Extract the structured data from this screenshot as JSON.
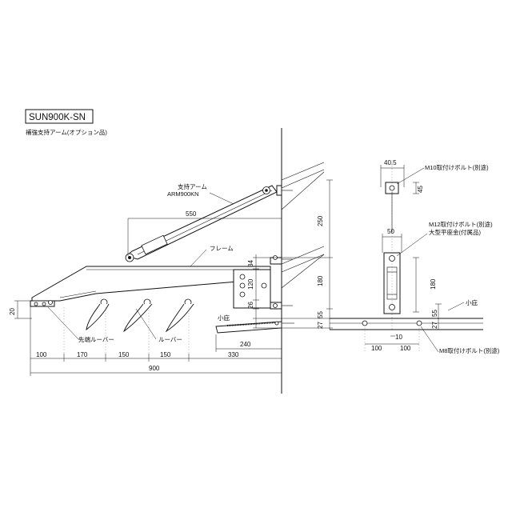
{
  "title": "SUN900K-SN",
  "subtitle": "補強支持アーム(オプション品)",
  "labels": {
    "arm": "支持アーム",
    "arm_model": "ARM900KN",
    "frame": "フレーム",
    "tip_louver": "先端ルーバー",
    "louver": "ルーバー",
    "eave_left": "小庇",
    "eave_right": "小庇",
    "bolt_m10": "M10取付けボルト(別途)",
    "bolt_m12": "M12取付けボルト(別途)",
    "washer": "大型平座金(付属品)",
    "bolt_m8": "M8取付けボルト(別途)"
  },
  "dimensions": {
    "arm_reach": "550",
    "arm_height": "250",
    "frame_height": "180",
    "d34": "34",
    "d120": "120",
    "d26": "26",
    "d55": "55",
    "d27": "27",
    "d20": "20",
    "d100": "100",
    "d170": "170",
    "d150a": "150",
    "d150b": "150",
    "d330": "330",
    "d240": "240",
    "total": "900",
    "r_40_5": "40.5",
    "r_45": "45",
    "r_50": "50",
    "r_180": "180",
    "r_55": "55",
    "r_27": "27",
    "r_10": "10",
    "r_100a": "100",
    "r_100b": "100"
  }
}
